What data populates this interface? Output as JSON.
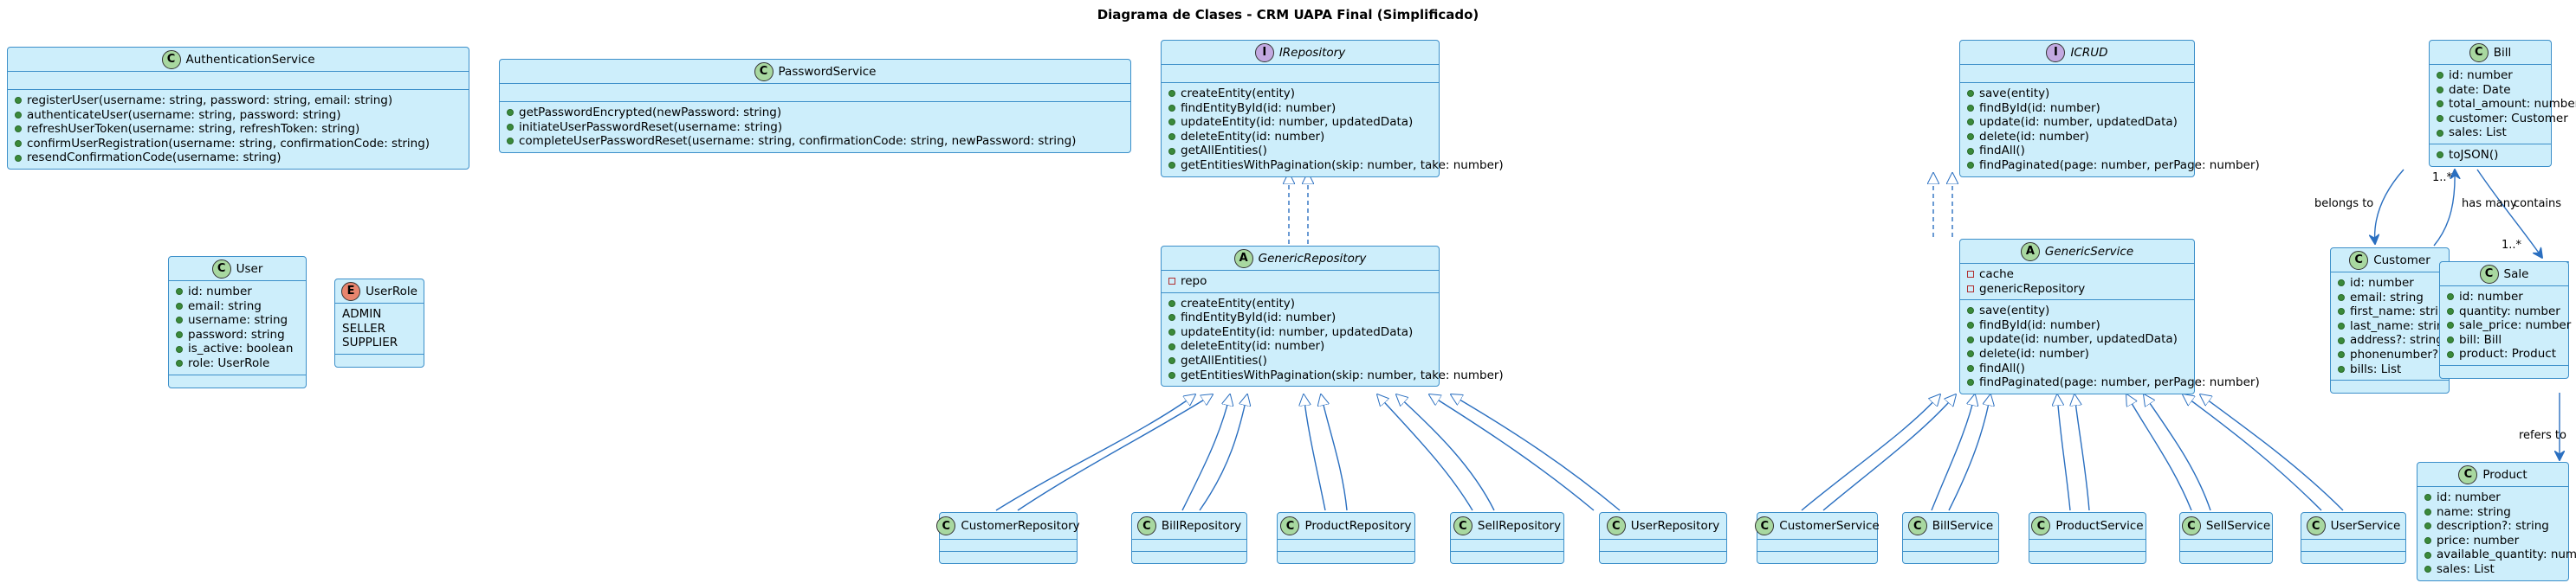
{
  "title": "Diagrama de Clases - CRM UAPA Final (Simplificado)",
  "colors": {
    "box_fill": "#cdeefb",
    "box_border": "#3c8fc9",
    "link": "#2a6fc0"
  },
  "classes": {
    "auth": {
      "kind": "C",
      "name": "AuthenticationService",
      "methods": [
        "registerUser(username: string, password: string, email: string)",
        "authenticateUser(username: string, password: string)",
        "refreshUserToken(username: string, refreshToken: string)",
        "confirmUserRegistration(username: string, confirmationCode: string)",
        "resendConfirmationCode(username: string)"
      ]
    },
    "password": {
      "kind": "C",
      "name": "PasswordService",
      "methods": [
        "getPasswordEncrypted(newPassword: string)",
        "initiateUserPasswordReset(username: string)",
        "completeUserPasswordReset(username: string, confirmationCode: string, newPassword: string)"
      ]
    },
    "user": {
      "kind": "C",
      "name": "User",
      "fields": [
        "id: number",
        "email: string",
        "username: string",
        "password: string",
        "is_active: boolean",
        "role: UserRole"
      ]
    },
    "userrole": {
      "kind": "E",
      "name": "UserRole",
      "values": [
        "ADMIN",
        "SELLER",
        "SUPPLIER"
      ]
    },
    "irepo": {
      "kind": "I",
      "name": "IRepository",
      "methods": [
        "createEntity(entity)",
        "findEntityById(id: number)",
        "updateEntity(id: number, updatedData)",
        "deleteEntity(id: number)",
        "getAllEntities()",
        "getEntitiesWithPagination(skip: number, take: number)"
      ]
    },
    "genrepo": {
      "kind": "A",
      "name": "GenericRepository",
      "private_fields": [
        "repo"
      ],
      "methods": [
        "createEntity(entity)",
        "findEntityById(id: number)",
        "updateEntity(id: number, updatedData)",
        "deleteEntity(id: number)",
        "getAllEntities()",
        "getEntitiesWithPagination(skip: number, take: number)"
      ]
    },
    "icrud": {
      "kind": "I",
      "name": "ICRUD",
      "methods": [
        "save(entity)",
        "findById(id: number)",
        "update(id: number, updatedData)",
        "delete(id: number)",
        "findAll()",
        "findPaginated(page: number, perPage: number)"
      ]
    },
    "genservice": {
      "kind": "A",
      "name": "GenericService",
      "private_fields": [
        "cache",
        "genericRepository"
      ],
      "methods": [
        "save(entity)",
        "findById(id: number)",
        "update(id: number, updatedData)",
        "delete(id: number)",
        "findAll()",
        "findPaginated(page: number, perPage: number)"
      ]
    },
    "bill": {
      "kind": "C",
      "name": "Bill",
      "fields": [
        "id: number",
        "date: Date",
        "total_amount: number",
        "customer: Customer",
        "sales: List"
      ],
      "methods": [
        "toJSON()"
      ]
    },
    "customer": {
      "kind": "C",
      "name": "Customer",
      "fields": [
        "id: number",
        "email: string",
        "first_name: string",
        "last_name: string",
        "address?: string",
        "phonenumber?: string",
        "bills: List"
      ]
    },
    "sale": {
      "kind": "C",
      "name": "Sale",
      "fields": [
        "id: number",
        "quantity: number",
        "sale_price: number",
        "bill: Bill",
        "product: Product"
      ]
    },
    "product": {
      "kind": "C",
      "name": "Product",
      "fields": [
        "id: number",
        "name: string",
        "description?: string",
        "price: number",
        "available_quantity: number",
        "sales: List"
      ]
    },
    "customerrepo": {
      "kind": "C",
      "name": "CustomerRepository"
    },
    "billrepo": {
      "kind": "C",
      "name": "BillRepository"
    },
    "productrepo": {
      "kind": "C",
      "name": "ProductRepository"
    },
    "sellrepo": {
      "kind": "C",
      "name": "SellRepository"
    },
    "userrepo": {
      "kind": "C",
      "name": "UserRepository"
    },
    "customerservice": {
      "kind": "C",
      "name": "CustomerService"
    },
    "billservice": {
      "kind": "C",
      "name": "BillService"
    },
    "productservice": {
      "kind": "C",
      "name": "ProductService"
    },
    "sellservice": {
      "kind": "C",
      "name": "SellService"
    },
    "userservice": {
      "kind": "C",
      "name": "UserService"
    }
  },
  "relations": {
    "belongs_to": "belongs to",
    "has_many": "has many",
    "contains": "contains",
    "refers_to": "refers to",
    "mult_has_many": "1..*",
    "mult_contains": "1..*"
  }
}
